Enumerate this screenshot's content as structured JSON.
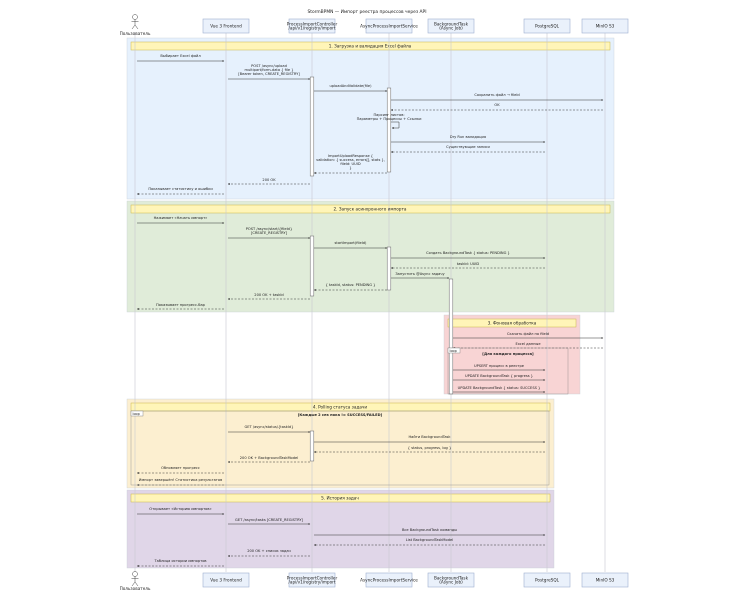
{
  "title": "StormBPMN — Импорт реестра процессов через API",
  "participants": [
    {
      "id": "user",
      "label": [
        "Пользователь"
      ],
      "actor": true
    },
    {
      "id": "fe",
      "label": [
        "Vue 3 Frontend"
      ]
    },
    {
      "id": "ctrl",
      "label": [
        "ProcessImportController",
        "/api/v1/registry/import"
      ]
    },
    {
      "id": "svc",
      "label": [
        "AsyncProcessImportService"
      ]
    },
    {
      "id": "bg",
      "label": [
        "BackgroundTask",
        "(Async Job)"
      ]
    },
    {
      "id": "pg",
      "label": [
        "PostgreSQL"
      ]
    },
    {
      "id": "s3",
      "label": [
        "MinIO S3"
      ]
    }
  ],
  "sections": [
    {
      "title": "1. Загрузка и валидация Excel файла",
      "color": "#e6f1fd"
    },
    {
      "title": "2. Запуск асинхронного импорта",
      "color": "#e0ecd9"
    },
    {
      "title": "3. Фоновая обработка",
      "color": "#f8d4d4"
    },
    {
      "title": "4. Polling статуса задачи",
      "color": "#fcefd0"
    },
    {
      "title": "5. История задач",
      "color": "#e0d6e8"
    }
  ],
  "messages": [
    {
      "text": [
        "Выбирает Excel файл"
      ]
    },
    {
      "text": [
        "POST /async/upload",
        "multipart/form-data { file }",
        "[Bearer token, CREATE_REGISTRY]"
      ]
    },
    {
      "text": [
        "uploadAndValidate(file)"
      ]
    },
    {
      "text": [
        "Сохранить файл → fileId"
      ]
    },
    {
      "text": [
        "OK"
      ]
    },
    {
      "text": [
        "Парсинг листов:",
        "Параметры + Процессы + Ссылки"
      ]
    },
    {
      "text": [
        "Dry Run валидация"
      ]
    },
    {
      "text": [
        "Существующие записи"
      ]
    },
    {
      "text": [
        "ImportUploadResponse {",
        "validation: { success, errors[], stats },",
        "fileId: UUID",
        "}"
      ]
    },
    {
      "text": [
        "200 OK"
      ]
    },
    {
      "text": [
        "Показывает статистику и ошибки"
      ]
    },
    {
      "text": [
        "Нажимает «Начать импорт»"
      ]
    },
    {
      "text": [
        "POST /async/start/{fileId}",
        "[CREATE_REGISTRY]"
      ]
    },
    {
      "text": [
        "startImport(fileId)"
      ]
    },
    {
      "text": [
        "Создать BackgroundTask { status: PENDING }"
      ]
    },
    {
      "text": [
        "taskId: UUID"
      ]
    },
    {
      "text": [
        "Запустить @Async задачу"
      ]
    },
    {
      "text": [
        "{ taskId, status: PENDING }"
      ]
    },
    {
      "text": [
        "200 OK + taskId"
      ]
    },
    {
      "text": [
        "Показывает прогресс-бар"
      ]
    },
    {
      "text": [
        "Скачать файл по fileId"
      ]
    },
    {
      "text": [
        "Excel данные"
      ]
    },
    {
      "text": [
        "UPSERT процесс в реестре"
      ]
    },
    {
      "text": [
        "UPDATE BackgroundTask { progress }"
      ]
    },
    {
      "text": [
        "UPDATE BackgroundTask { status: SUCCESS }"
      ]
    },
    {
      "text": [
        "GET /async/status/{taskId}"
      ]
    },
    {
      "text": [
        "Найти BackgroundTask"
      ]
    },
    {
      "text": [
        "{ status, progress, log }"
      ]
    },
    {
      "text": [
        "200 OK + BackgroundTaskModel"
      ]
    },
    {
      "text": [
        "Обновляет прогресс"
      ]
    },
    {
      "text": [
        "Импорт завершён! Статистика результатов"
      ]
    },
    {
      "text": [
        "Открывает «Историю импортов»"
      ]
    },
    {
      "text": [
        "GET /async/tasks [CREATE_REGISTRY]"
      ]
    },
    {
      "text": [
        "Все BackgroundTask команды"
      ]
    },
    {
      "text": [
        "List BackgroundTaskModel"
      ]
    },
    {
      "text": [
        "200 OK + список задач"
      ]
    },
    {
      "text": [
        "Таблица истории импортов"
      ]
    }
  ],
  "loops": [
    {
      "tag": "loop",
      "condition": "[Для каждого процесса]"
    },
    {
      "tag": "loop",
      "condition": "[Каждые 2 сек пока != SUCCESS/FAILED]"
    }
  ]
}
